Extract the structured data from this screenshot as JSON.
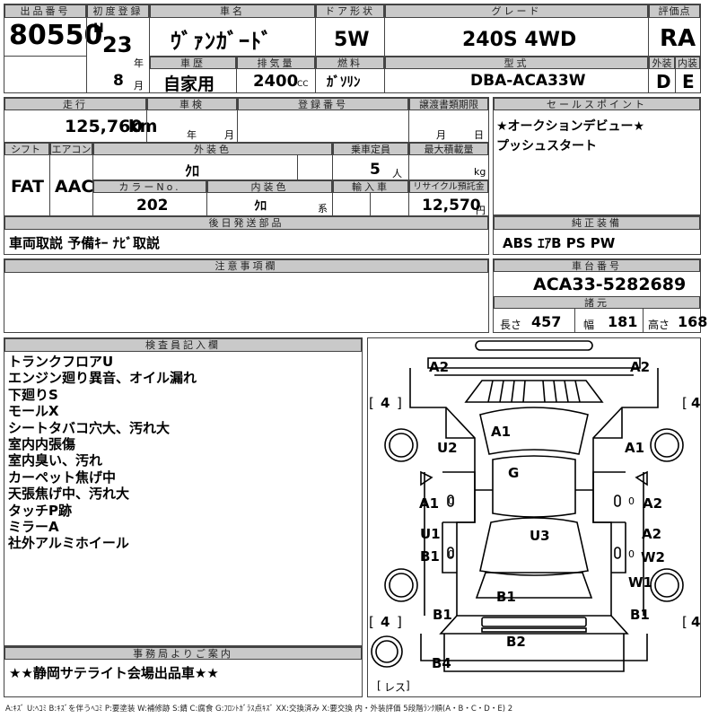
{
  "header": {
    "lot_label": "出品番号",
    "lot_number": "80550",
    "first_reg_label": "初度登録",
    "era": "H",
    "year": "23",
    "year_unit": "年",
    "month": "8",
    "month_unit": "月",
    "car_name_label": "車名",
    "car_name": "ｳﾞｧﾝｶﾞｰﾄﾞ",
    "door_label": "ドア形状",
    "door": "5W",
    "grade_label": "グレード",
    "grade": "240S 4WD",
    "score_label": "評価点",
    "score": "RA",
    "history_label": "車歴",
    "history": "自家用",
    "displacement_label": "排気量",
    "displacement": "2400",
    "displacement_unit": "CC",
    "fuel_label": "燃料",
    "fuel": "ｶﾞｿﾘﾝ",
    "model_label": "型式",
    "model": "DBA-ACA33W",
    "exterior_label": "外装",
    "exterior_grade": "D",
    "interior_label": "内装",
    "interior_grade": "E"
  },
  "details": {
    "mileage_label": "走行",
    "mileage": "125,760",
    "mileage_unit": "km",
    "inspection_label": "車検",
    "inspection_year_unit": "年",
    "inspection_month_unit": "月",
    "registration_label": "登録番号",
    "transfer_label": "譲渡書類期限",
    "transfer_month_unit": "月",
    "transfer_day_unit": "日",
    "shift_label": "シフト",
    "shift": "FAT",
    "aircon_label": "エアコン",
    "aircon": "AAC",
    "ext_color_label": "外装色",
    "ext_color": "ｸﾛ",
    "capacity_label": "乗車定員",
    "capacity": "5",
    "capacity_unit": "人",
    "max_load_label": "最大積載量",
    "max_load_unit": "kg",
    "color_no_label": "カラーNo.",
    "color_no": "202",
    "int_color_label": "内装色",
    "int_color": "ｸﾛ",
    "int_color_suffix": "系",
    "import_label": "輸入車",
    "recycle_label": "リサイクル預託金",
    "recycle": "12,570",
    "recycle_unit": "円",
    "later_parts_label": "後日発送部品",
    "later_parts": "車両取説 予備ｷｰ ﾅﾋﾞ取説"
  },
  "sales_point": {
    "label": "セールスポイント",
    "lines": [
      "★オークションデビュー★",
      "プッシュスタート"
    ]
  },
  "equipment": {
    "label": "純正装備",
    "value": "ABS ｴｱB PS PW"
  },
  "notes": {
    "label": "注意事項欄"
  },
  "chassis": {
    "label": "車台番号",
    "value": "ACA33-5282689",
    "dims_label": "諸元",
    "length_label": "長さ",
    "length": "457",
    "width_label": "幅",
    "width": "181",
    "height_label": "高さ",
    "height": "168"
  },
  "inspector": {
    "label": "検査員記入欄",
    "lines": [
      "トランクフロアU",
      "エンジン廻り異音、オイル漏れ",
      "下廻りS",
      "モールX",
      "シートタバコ穴大、汚れ大",
      "室内内張傷",
      "室内臭い、汚れ",
      "カーペット焦げ中",
      "天張焦げ中、汚れ大",
      "タッチP跡",
      "ミラーA",
      "社外アルミホイール"
    ]
  },
  "office": {
    "label": "事務局よりご案内",
    "value": "★★静岡サテライト会場出品車★★"
  },
  "diagram": {
    "labels": {
      "front_left_bumper": "A2",
      "front_right_bumper": "A2",
      "tire_fl": "4",
      "tire_fr": "4",
      "tire_rl": "4",
      "tire_rr": "4",
      "fender_left": "U2",
      "hood": "A1",
      "fender_right": "A1",
      "roof": "G",
      "front_door_left": "A1",
      "front_door_right": "A2",
      "rear_door_left": "U1",
      "rear_door_left_2": "B1",
      "floor": "U3",
      "rear_door_right": "A2",
      "rear_door_right_2": "W2",
      "quarter_right": "W1",
      "tailgate": "B1",
      "quarter_left": "B1",
      "quarter_right_2": "B1",
      "rear_bumper": "B2",
      "rear_bumper_left": "B4",
      "spare": "レス",
      "door_marks": [
        "0",
        "0",
        "0",
        "0"
      ]
    }
  },
  "legend": "A:ｷｽﾞ U:ﾍｺﾐ B:ｷｽﾞを伴うﾍｺﾐ P:要塗装 W:補修跡 S:錆 C:腐食 G:ﾌﾛﾝﾄｶﾞﾗｽ点ｷｽﾞ XX:交換済み X:要交換 内・外装評価 5段階ﾗﾝｸ順(A・B・C・D・E) 2"
}
